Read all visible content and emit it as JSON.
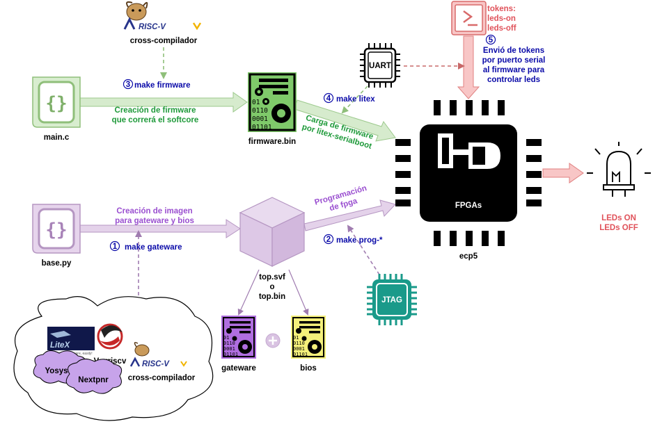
{
  "colors": {
    "green_arrow": "#cfe6c6",
    "purple_arrow": "#dcc4e4",
    "red_arrow": "#f6bcbc",
    "blue_text": "#0a0aa8",
    "green_text": "#1f9a3a",
    "purple_text": "#9a4fd0",
    "red_text": "#e0525a",
    "jtag": "#1a9a8a"
  },
  "risc_top": {
    "logo_text": "RISC-V",
    "caption": "cross-compilador"
  },
  "main_c": {
    "label": "main.c",
    "glyph": "{}"
  },
  "firmware": {
    "label": "firmware.bin",
    "bits": [
      "01",
      "0110",
      "0001",
      "01101"
    ]
  },
  "step3": {
    "num": "3",
    "label": "make firmware",
    "desc_line1": "Creación de firmware",
    "desc_line2": "que correrá el softcore"
  },
  "uart": {
    "label": "UART"
  },
  "step4": {
    "num": "4",
    "label": "make litex",
    "desc_line1": "Carga de firmware",
    "desc_line2": "por litex-serialboot"
  },
  "terminal": {
    "icon": "terminal-icon",
    "tokens_line1": "tokens:",
    "tokens_line2": "leds-on",
    "tokens_line3": "leds-off"
  },
  "step5": {
    "num": "5",
    "line1": "Envió de tokens",
    "line2": "por puerto serial",
    "line3": "al firmware para",
    "line4": "controlar leds"
  },
  "fpga": {
    "logo": "FPGAs",
    "label": "ecp5"
  },
  "led": {
    "line1": "LEDs ON",
    "line2": "LEDs OFF"
  },
  "base_py": {
    "label": "base.py",
    "glyph": "{}"
  },
  "step1": {
    "num": "1",
    "label": "make gateware",
    "desc_line1": "Creación de  imagen",
    "desc_line2": "para gateware y bios"
  },
  "box": {
    "line1": "top.svf",
    "line2": "o",
    "line3": "top.bin"
  },
  "step2": {
    "num": "2",
    "label": "make prog-*",
    "desc_line1": "Programación",
    "desc_line2": "de fpga"
  },
  "jtag": {
    "label": "JTAG"
  },
  "gateware": {
    "label": "gateware",
    "bits": [
      "01",
      "0110",
      "0001",
      "01101"
    ]
  },
  "bios": {
    "label": "bios",
    "bits": [
      "01",
      "0110",
      "0001",
      "01101"
    ]
  },
  "cloud": {
    "litex_logo": "LiteX",
    "litex_tagline": "Build your hardware, easily!",
    "vexriscv": "Vexriscv",
    "risc_logo": "RISC-V",
    "risc_caption": "cross-compilador",
    "yosys": "Yosys",
    "nextpnr": "Nextpnr"
  }
}
